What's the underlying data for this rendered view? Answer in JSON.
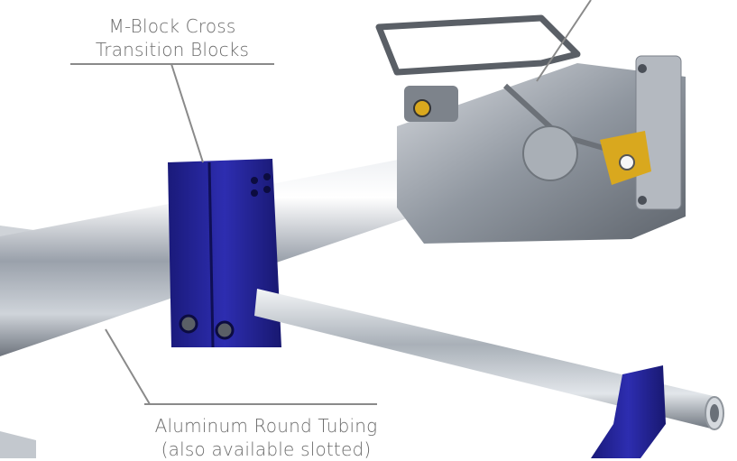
{
  "callouts": {
    "mblock_line1": "M-Block Cross",
    "mblock_line2": "Transition Blocks",
    "tubing_line1": "Aluminum Round Tubing",
    "tubing_line2": "(also available slotted)"
  },
  "colors": {
    "background": "#ffffff",
    "label_text": "#6b6b6b",
    "leader_line": "#8a8a8a",
    "block_blue": "#23239a",
    "tube_silver": "#b9bec6",
    "gripper_brass": "#d9a81e"
  }
}
